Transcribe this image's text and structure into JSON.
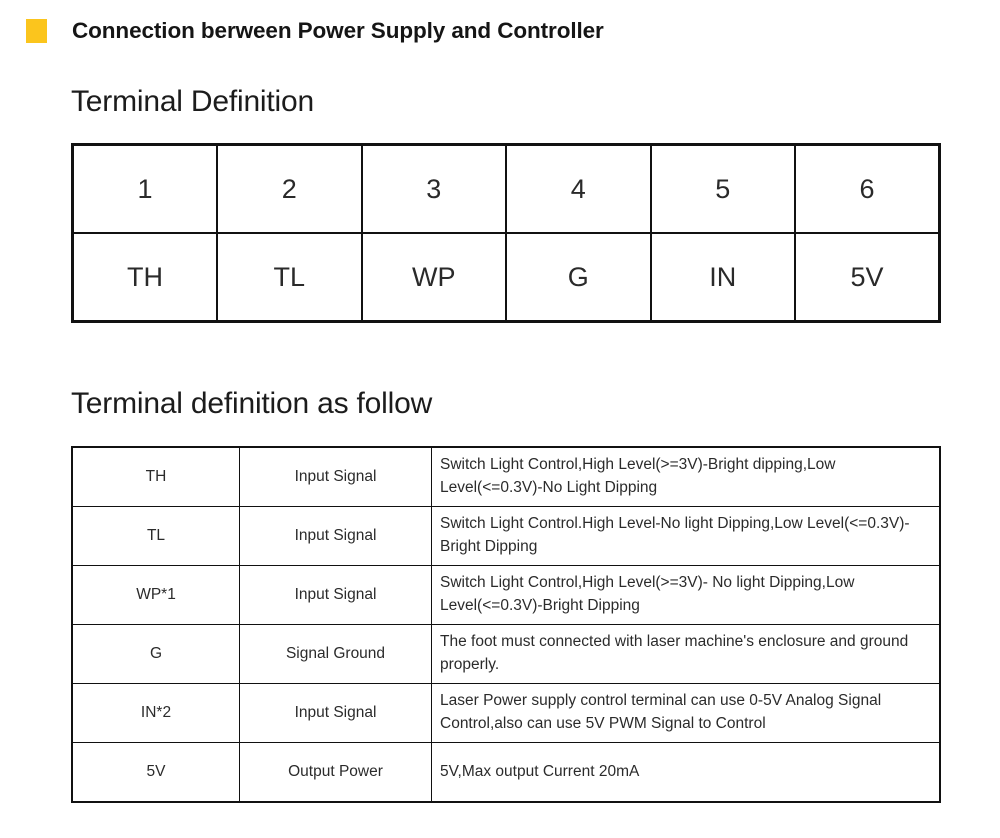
{
  "section": {
    "bullet_color": "#fbc51d",
    "title": "Connection berween Power Supply and Controller"
  },
  "headings": {
    "terminal_definition": "Terminal Definition",
    "terminal_definition_as_follow": "Terminal definition as follow"
  },
  "pin_table": {
    "pin_numbers": [
      "1",
      "2",
      "3",
      "4",
      "5",
      "6"
    ],
    "pin_names": [
      "TH",
      "TL",
      "WP",
      "G",
      "IN",
      "5V"
    ]
  },
  "definition_table": {
    "rows": [
      {
        "name": "TH",
        "type": "Input Signal",
        "description": "Switch Light Control,High Level(>=3V)-Bright dipping,Low Level(<=0.3V)-No Light Dipping"
      },
      {
        "name": "TL",
        "type": "Input Signal",
        "description": "Switch Light Control.High Level-No light Dipping,Low Level(<=0.3V)-Bright Dipping"
      },
      {
        "name": "WP*1",
        "type": "Input Signal",
        "description": "Switch Light Control,High Level(>=3V)- No light Dipping,Low Level(<=0.3V)-Bright Dipping"
      },
      {
        "name": "G",
        "type": "Signal Ground",
        "description": "The foot must connected with laser machine's enclosure and ground properly."
      },
      {
        "name": "IN*2",
        "type": "Input Signal",
        "description": "Laser Power supply control terminal can use 0-5V Analog Signal Control,also can use 5V PWM Signal to Control"
      },
      {
        "name": "5V",
        "type": "Output Power",
        "description": "5V,Max output Current 20mA"
      }
    ]
  }
}
